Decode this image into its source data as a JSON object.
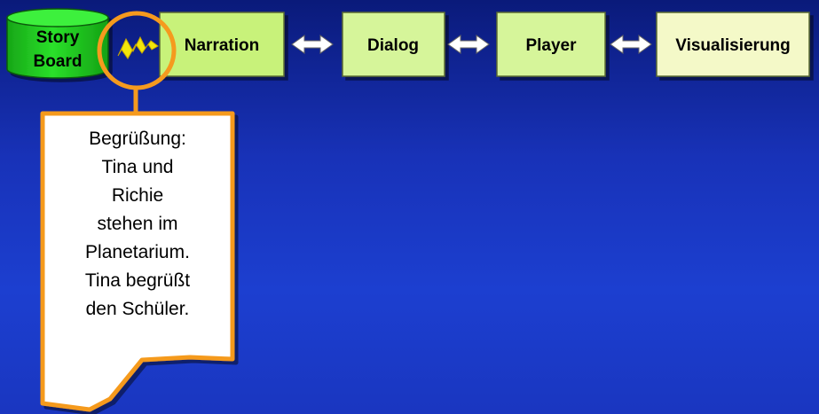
{
  "storyboard": {
    "line1": "Story",
    "line2": "Board"
  },
  "steps": [
    {
      "label": "Narration"
    },
    {
      "label": "Dialog"
    },
    {
      "label": "Player"
    },
    {
      "label": "Visualisierung"
    }
  ],
  "callout": {
    "lines": [
      "Begrüßung:",
      "Tina und",
      "Richie",
      "stehen im",
      "Planetarium.",
      "Tina begrüßt",
      "den Schüler."
    ]
  },
  "colors": {
    "background_top": "#0a1a7a",
    "background_bottom": "#1c3fd0",
    "storyboard_green": "#22d022",
    "narration_fill": "#c8f27a",
    "step_fill": "#d6f59a",
    "visualisierung_fill": "#f4f9c8",
    "highlight_orange": "#f59a1e",
    "lightning_yellow": "#f2e60a",
    "arrow_white": "#ffffff"
  }
}
